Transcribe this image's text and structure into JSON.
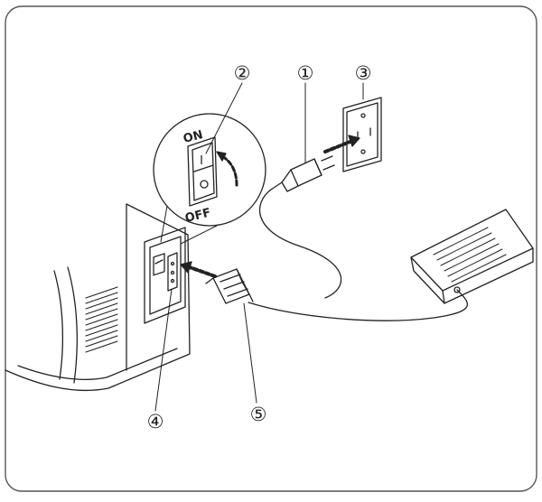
{
  "switch": {
    "on_label": "ON",
    "off_label": "OFF",
    "on_symbol": "I",
    "off_symbol": "O"
  },
  "callouts": [
    {
      "id": "power-plug",
      "label": "①"
    },
    {
      "id": "power-switch",
      "label": "②"
    },
    {
      "id": "wall-outlet",
      "label": "③"
    },
    {
      "id": "machine-socket",
      "label": "④"
    },
    {
      "id": "machine-plug",
      "label": "⑤"
    }
  ],
  "colors": {
    "line": "#222222",
    "frame": "#555555",
    "fill": "#ffffff"
  }
}
